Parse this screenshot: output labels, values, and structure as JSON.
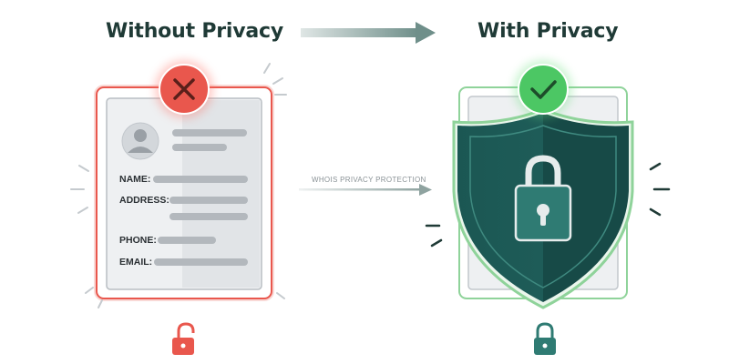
{
  "left_panel": {
    "heading": "Without Privacy",
    "fields": [
      {
        "label": "NAME:"
      },
      {
        "label": "ADDRESS:"
      },
      {
        "label": "PHONE:"
      },
      {
        "label": "EMAIL:"
      }
    ],
    "status_icon": "x-mark-icon",
    "lock_icon": "unlocked-padlock-icon"
  },
  "right_panel": {
    "heading": "With Privacy",
    "status_icon": "check-mark-icon",
    "lock_icon": "locked-padlock-icon",
    "shield_icon": "shield-padlock-icon"
  },
  "connector": {
    "label": "WHOIS PRIVACY PROTECTION"
  },
  "colors": {
    "danger": "#e9574d",
    "success": "#4cc764",
    "shield": "#1e5c58",
    "heading": "#1f3a36"
  }
}
